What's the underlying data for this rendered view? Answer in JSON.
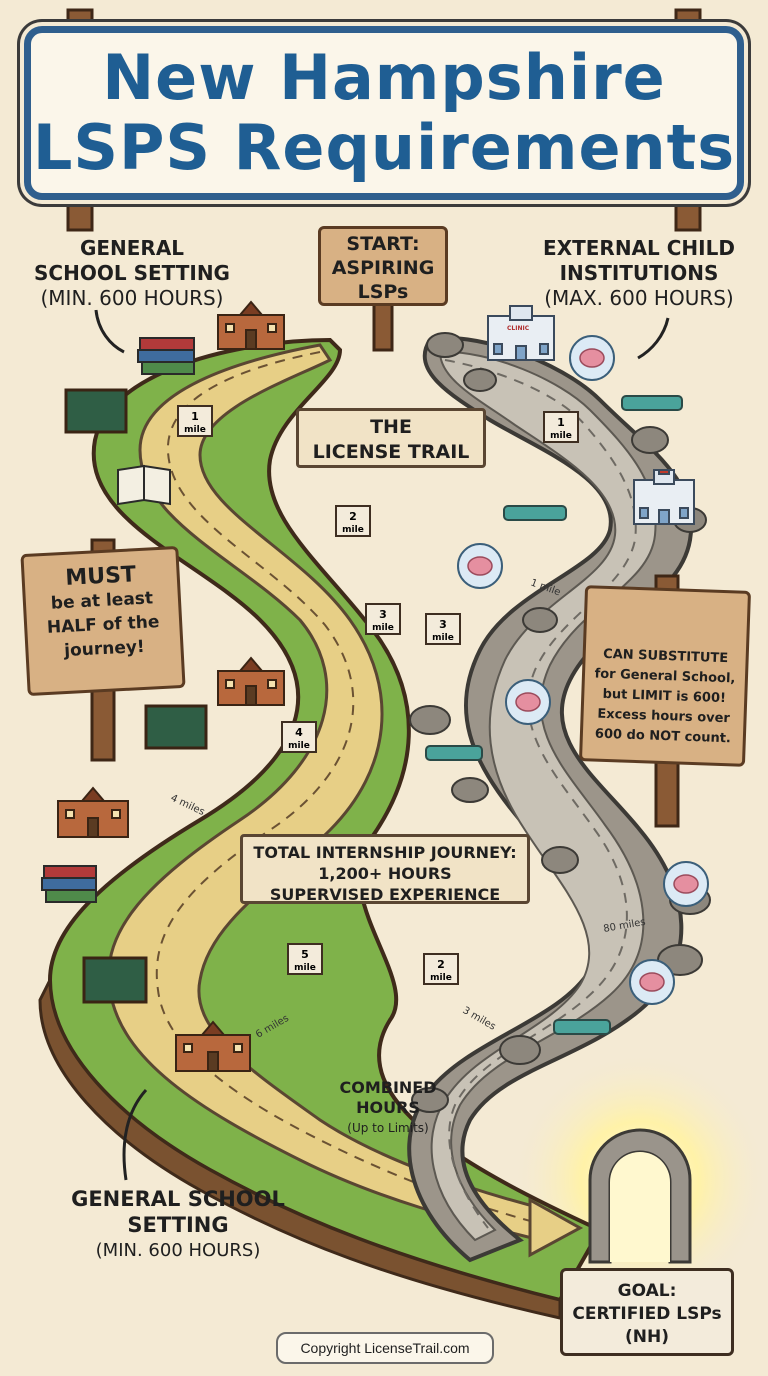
{
  "title": {
    "line1": "New Hampshire",
    "line2": "LSPS Requirements"
  },
  "top_left_label": {
    "line1": "GENERAL",
    "line2": "SCHOOL SETTING",
    "line3": "(MIN. 600 HOURS)"
  },
  "top_right_label": {
    "line1": "EXTERNAL CHILD",
    "line2": "INSTITUTIONS",
    "line3": "(MAX. 600 HOURS)"
  },
  "start_sign": {
    "line1": "START:",
    "line2": "ASPIRING",
    "line3": "LSPs"
  },
  "trail_banner": {
    "line1": "THE",
    "line2": "LICENSE TRAIL"
  },
  "must_sign": {
    "line1": "MUST",
    "line2": "be at least",
    "line3": "HALF of the",
    "line4": "journey!"
  },
  "substitute_sign": {
    "line1": "CAN SUBSTITUTE",
    "line2": "for General School,",
    "line3": "but LIMIT is 600!",
    "line4": "Excess hours over",
    "line5": "600 do NOT count."
  },
  "journey_banner": {
    "line1": "TOTAL INTERNSHIP JOURNEY:",
    "line2": "1,200+ HOURS",
    "line3": "SUPERVISED EXPERIENCE"
  },
  "combined_label": {
    "line1": "COMBINED",
    "line2": "HOURS",
    "line3": "(Up to Limits)"
  },
  "bottom_left_label": {
    "line1": "GENERAL SCHOOL",
    "line2": "SETTING",
    "line3": "(MIN. 600 HOURS)"
  },
  "goal_sign": {
    "line1": "GOAL:",
    "line2": "CERTIFIED LSPs",
    "line3": "(NH)"
  },
  "markers": {
    "school_1": "1",
    "school_1_unit": "mile",
    "school_2": "2",
    "school_2_unit": "mile",
    "school_3": "3",
    "school_3_unit": "mile",
    "school_4": "4",
    "school_4_unit": "mile",
    "school_5": "5",
    "school_5_unit": "mile",
    "ext_1": "1",
    "ext_1_unit": "mile",
    "ext_3": "3",
    "ext_3_unit": "mile",
    "ext_2": "2",
    "ext_2_unit": "mile"
  },
  "distance_labels": {
    "school_4": "4 miles",
    "school_6": "6 miles",
    "ext_1": "1 mile",
    "ext_80": "80 miles",
    "ext_3": "3 miles"
  },
  "clinic_label": "CLINIC",
  "copyright": "Copyright LicenseTrail.com",
  "colors": {
    "title_blue": "#1f5e93",
    "grass": "#7fb24a",
    "dirt_path": "#e7cf86",
    "stone_path": "#b8b2a6",
    "wood": "#d8b184"
  }
}
